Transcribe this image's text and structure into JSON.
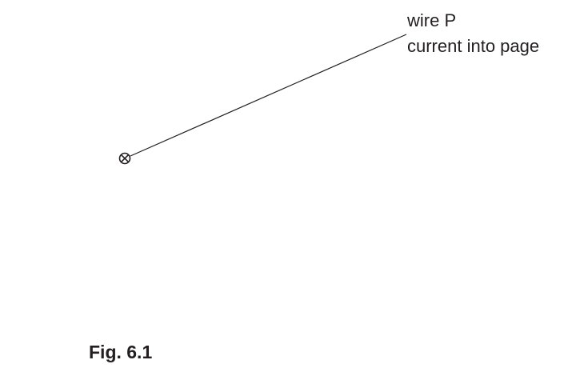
{
  "diagram": {
    "wire": {
      "name": "wire P",
      "description": "current into page",
      "symbol": "current-into-page-symbol"
    }
  },
  "figure": {
    "caption": "Fig. 6.1"
  }
}
